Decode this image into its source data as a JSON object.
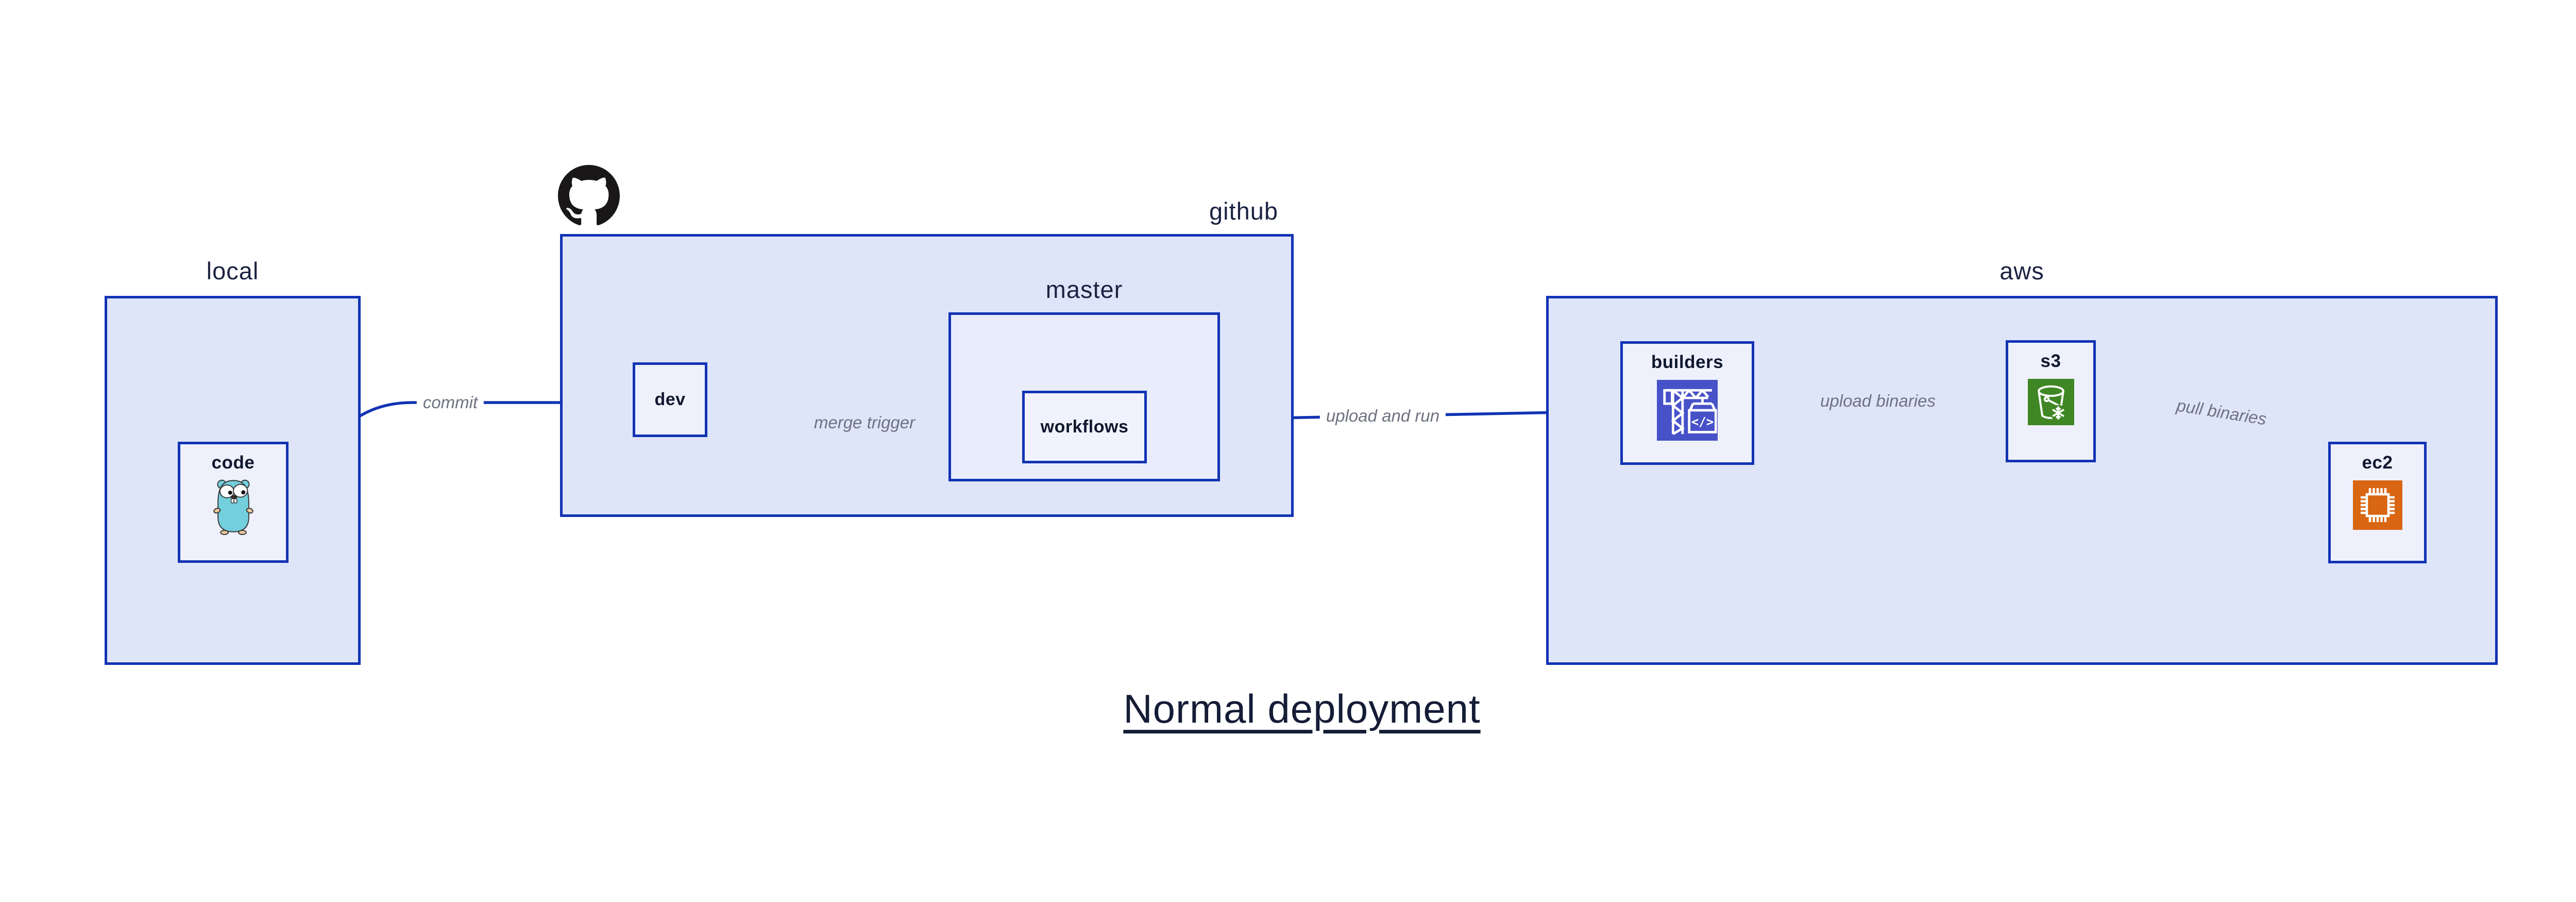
{
  "title": "Normal deployment",
  "containers": {
    "local": {
      "label": "local"
    },
    "github": {
      "label": "github"
    },
    "master": {
      "label": "master"
    },
    "aws": {
      "label": "aws"
    }
  },
  "nodes": {
    "code": {
      "label": "code",
      "icon": "go-gopher-icon"
    },
    "dev": {
      "label": "dev"
    },
    "workflows": {
      "label": "workflows"
    },
    "builders": {
      "label": "builders",
      "icon": "codebuild-crane-icon",
      "icon_bg": "#4751c8"
    },
    "s3": {
      "label": "s3",
      "icon": "s3-bucket-snowflake-icon",
      "icon_bg": "#3f8624"
    },
    "ec2": {
      "label": "ec2",
      "icon": "ec2-chip-icon",
      "icon_bg": "#d86613"
    }
  },
  "edges": [
    {
      "id": "commit",
      "label": "commit",
      "from": "code",
      "to": "dev"
    },
    {
      "id": "merge-trigger",
      "label": "merge trigger",
      "from": "dev",
      "to": "workflows"
    },
    {
      "id": "upload-and-run",
      "label": "upload and run",
      "from": "workflows",
      "to": "builders"
    },
    {
      "id": "upload-binaries",
      "label": "upload binaries",
      "from": "builders",
      "to": "s3"
    },
    {
      "id": "pull-binaries",
      "label": "pull binaries",
      "from": "s3",
      "to": "ec2"
    }
  ],
  "logos": {
    "github_logo": "github-octocat-logo"
  },
  "colors": {
    "canvas": "#ffffff",
    "outline_blue": "#1233b4",
    "container_fill": "#dfe5f9",
    "master_fill": "#e9edfb",
    "node_fill": "#eef1fc",
    "text_navy": "#151d38",
    "edge_label_gray": "#6e7280",
    "builders_icon_bg": "#4751c8",
    "s3_icon_bg": "#3f8624",
    "ec2_icon_bg": "#d86613",
    "gopher_teal": "#73cfdc",
    "github_black": "#191717"
  }
}
